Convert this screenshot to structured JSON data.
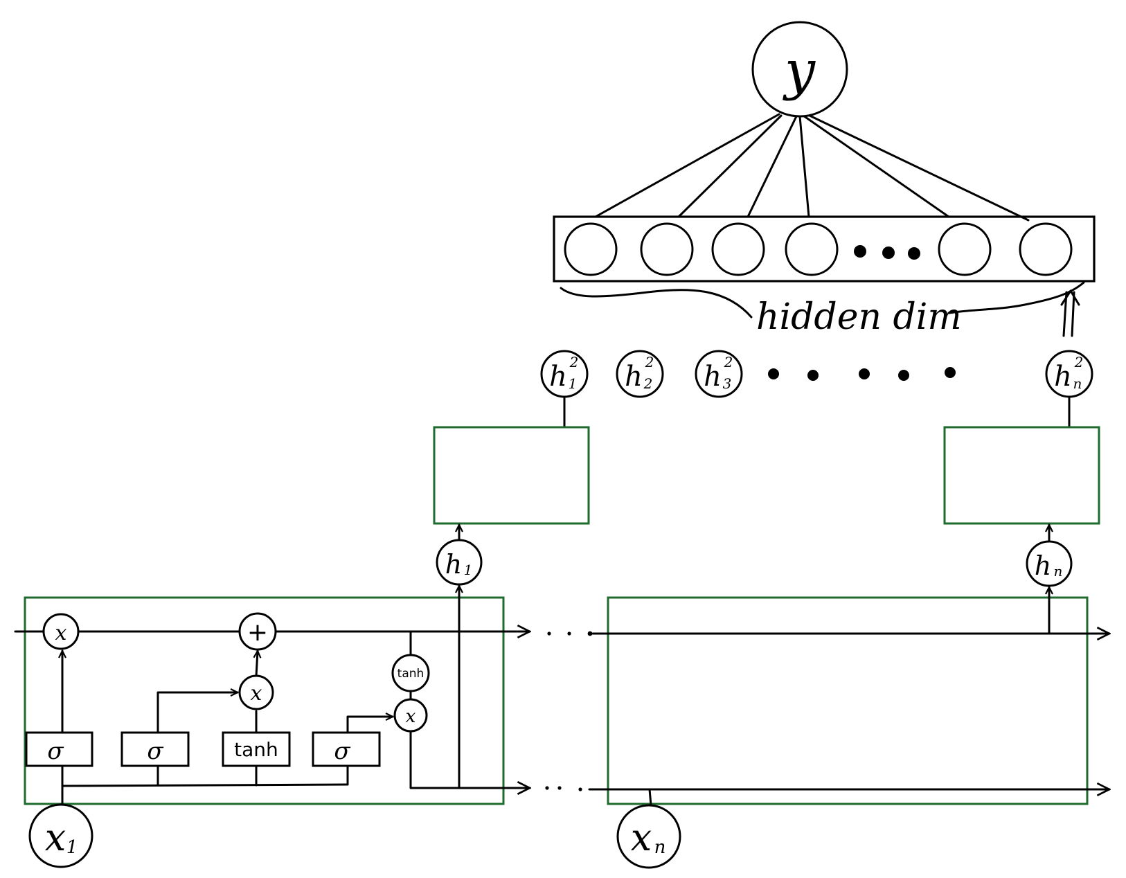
{
  "output_node": {
    "label": "y"
  },
  "hidden_layer": {
    "caption": "hidden dim"
  },
  "second_layer_states": {
    "h1": {
      "base": "h",
      "sup": "2",
      "sub": "1"
    },
    "h2": {
      "base": "h",
      "sup": "2",
      "sub": "2"
    },
    "h3": {
      "base": "h",
      "sup": "2",
      "sub": "3"
    },
    "hn": {
      "base": "h",
      "sup": "2",
      "sub": "n"
    }
  },
  "first_layer_states": {
    "h1": {
      "base": "h",
      "sub": "1"
    },
    "hn": {
      "base": "h",
      "sub": "n"
    }
  },
  "inputs": {
    "x1": {
      "base": "x",
      "sub": "1"
    },
    "xn": {
      "base": "x",
      "sub": "n"
    }
  },
  "lstm_cell": {
    "gate_sigma": "σ",
    "gate_tanh": "tanh",
    "op_multiply": "x",
    "op_add": "+",
    "state_tanh": "tanh"
  },
  "colors": {
    "cell_border": "#1e6b2e",
    "ink": "#000000"
  }
}
